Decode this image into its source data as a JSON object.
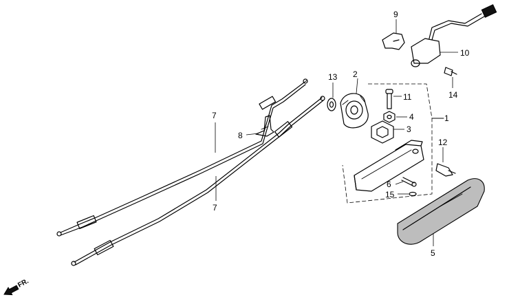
{
  "callouts": [
    {
      "id": "c1",
      "label": "1"
    },
    {
      "id": "c2",
      "label": "2"
    },
    {
      "id": "c3",
      "label": "3"
    },
    {
      "id": "c4",
      "label": "4"
    },
    {
      "id": "c5",
      "label": "5"
    },
    {
      "id": "c6",
      "label": "6"
    },
    {
      "id": "c7a",
      "label": "7"
    },
    {
      "id": "c7b",
      "label": "7"
    },
    {
      "id": "c8",
      "label": "8"
    },
    {
      "id": "c9",
      "label": "9"
    },
    {
      "id": "c10",
      "label": "10"
    },
    {
      "id": "c11",
      "label": "11"
    },
    {
      "id": "c12",
      "label": "12"
    },
    {
      "id": "c13",
      "label": "13"
    },
    {
      "id": "c14",
      "label": "14"
    },
    {
      "id": "c15",
      "label": "15"
    }
  ],
  "direction_marker": {
    "label": "FR.",
    "icon": "front-direction-arrow-icon"
  }
}
